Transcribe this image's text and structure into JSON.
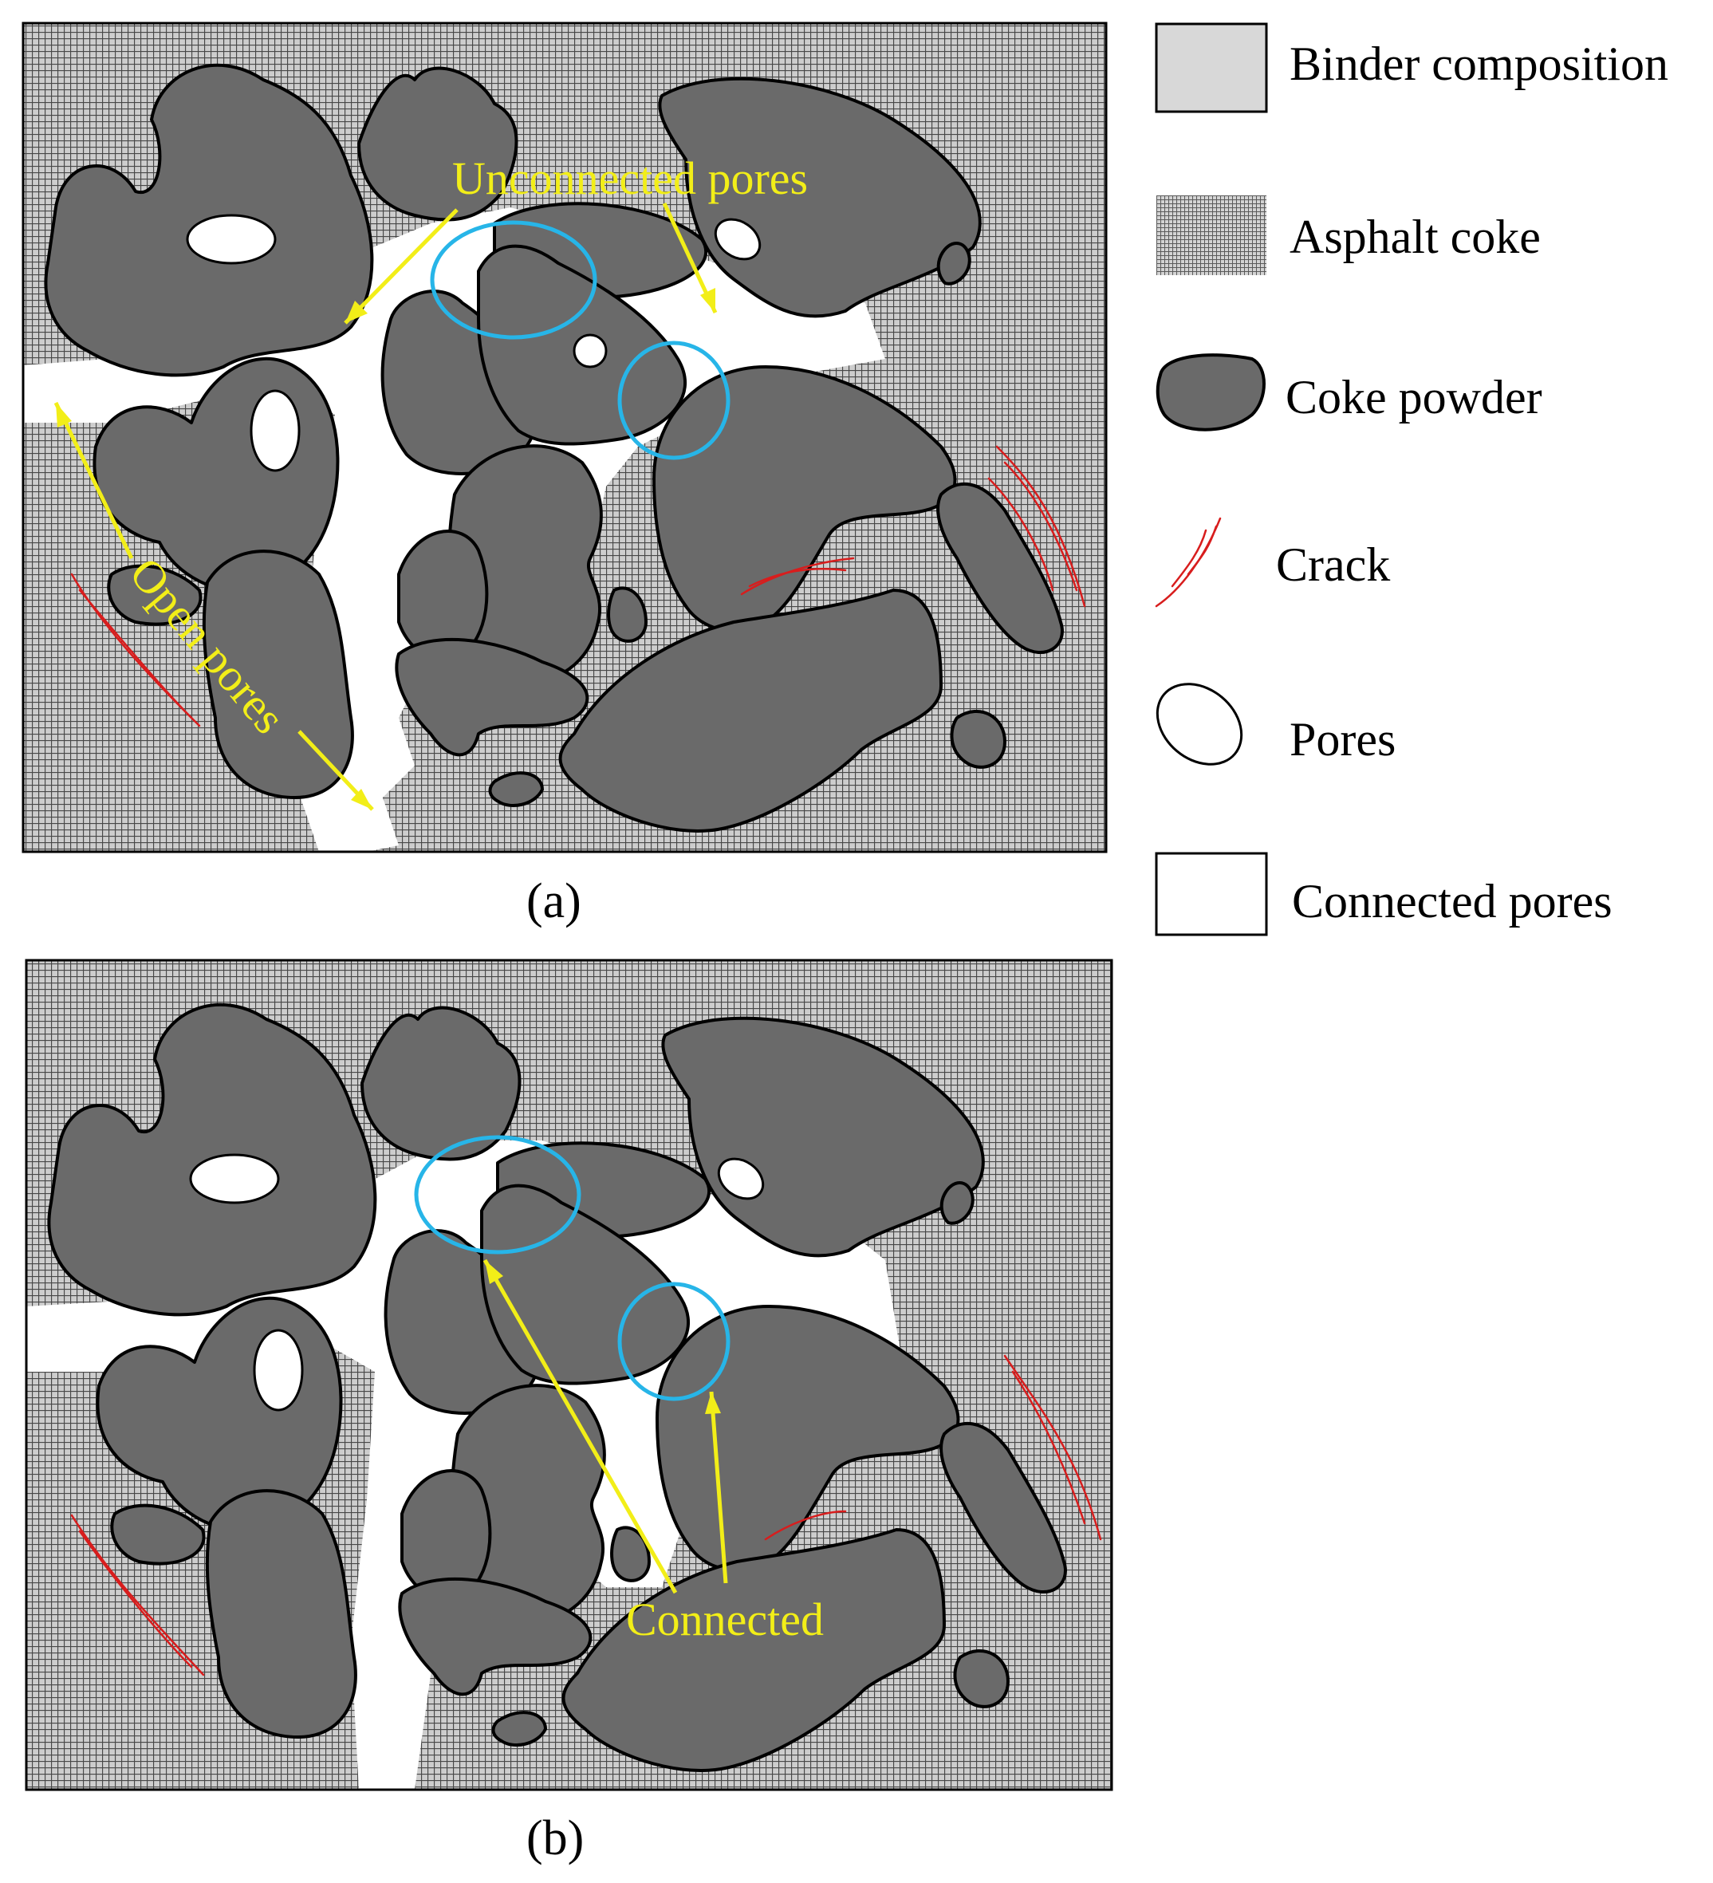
{
  "panels": {
    "a": {
      "label": "(a)",
      "annotations": {
        "unconnected": "Unconnected pores",
        "open": "Open pores"
      }
    },
    "b": {
      "label": "(b)",
      "annotations": {
        "connected": "Connected"
      }
    }
  },
  "legend": [
    {
      "key": "binder",
      "label": "Binder composition",
      "icon": "binder-swatch-icon"
    },
    {
      "key": "asphalt",
      "label": "Asphalt coke",
      "icon": "asphalt-hatch-icon"
    },
    {
      "key": "coke",
      "label": "Coke powder",
      "icon": "coke-blob-icon"
    },
    {
      "key": "crack",
      "label": "Crack",
      "icon": "crack-icon"
    },
    {
      "key": "pores",
      "label": "Pores",
      "icon": "pore-ellipse-icon"
    },
    {
      "key": "connected",
      "label": "Connected pores",
      "icon": "connected-pore-swatch-icon"
    }
  ],
  "colors": {
    "coke_powder": "#6a6a6a",
    "binder": "#d8d8d8",
    "annotation": "#f2ee18",
    "ring": "#27b5e8",
    "crack": "#d81d1d"
  }
}
